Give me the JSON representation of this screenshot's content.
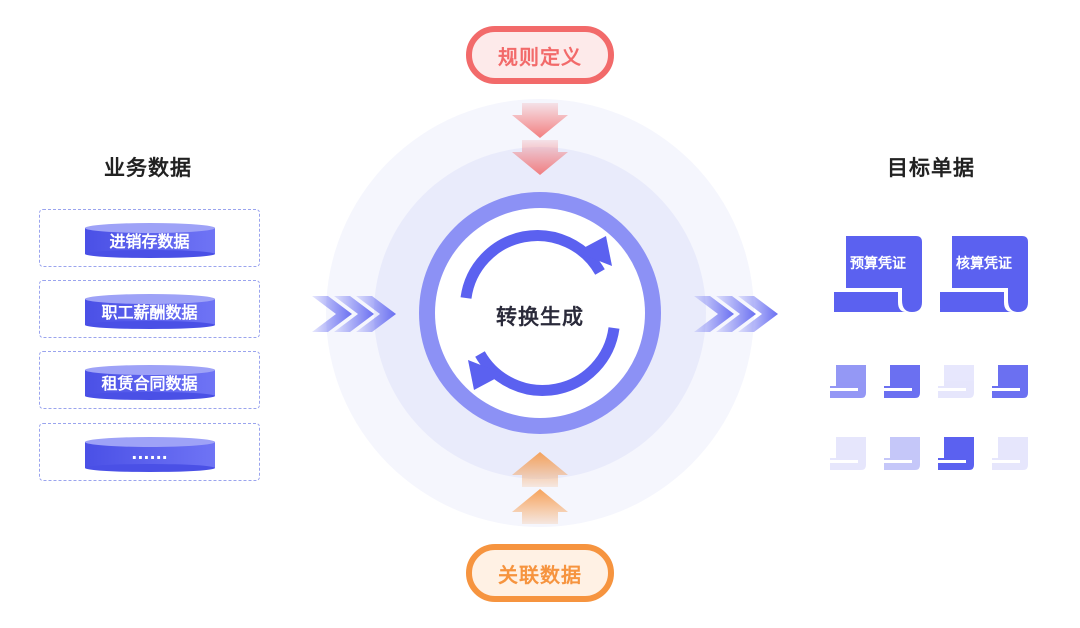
{
  "left": {
    "heading": "业务数据",
    "sources": [
      "进销存数据",
      "职工薪酬数据",
      "租赁合同数据",
      "......"
    ]
  },
  "top_pill": "规则定义",
  "bottom_pill": "关联数据",
  "center": {
    "label": "转换生成"
  },
  "right": {
    "heading": "目标单据",
    "docs": [
      "预算凭证",
      "核算凭证"
    ]
  },
  "colors": {
    "primary": "#5b61f0",
    "rule_red": "#f26a6a",
    "data_orange": "#f6943f",
    "ring_light": "#eceefb"
  }
}
